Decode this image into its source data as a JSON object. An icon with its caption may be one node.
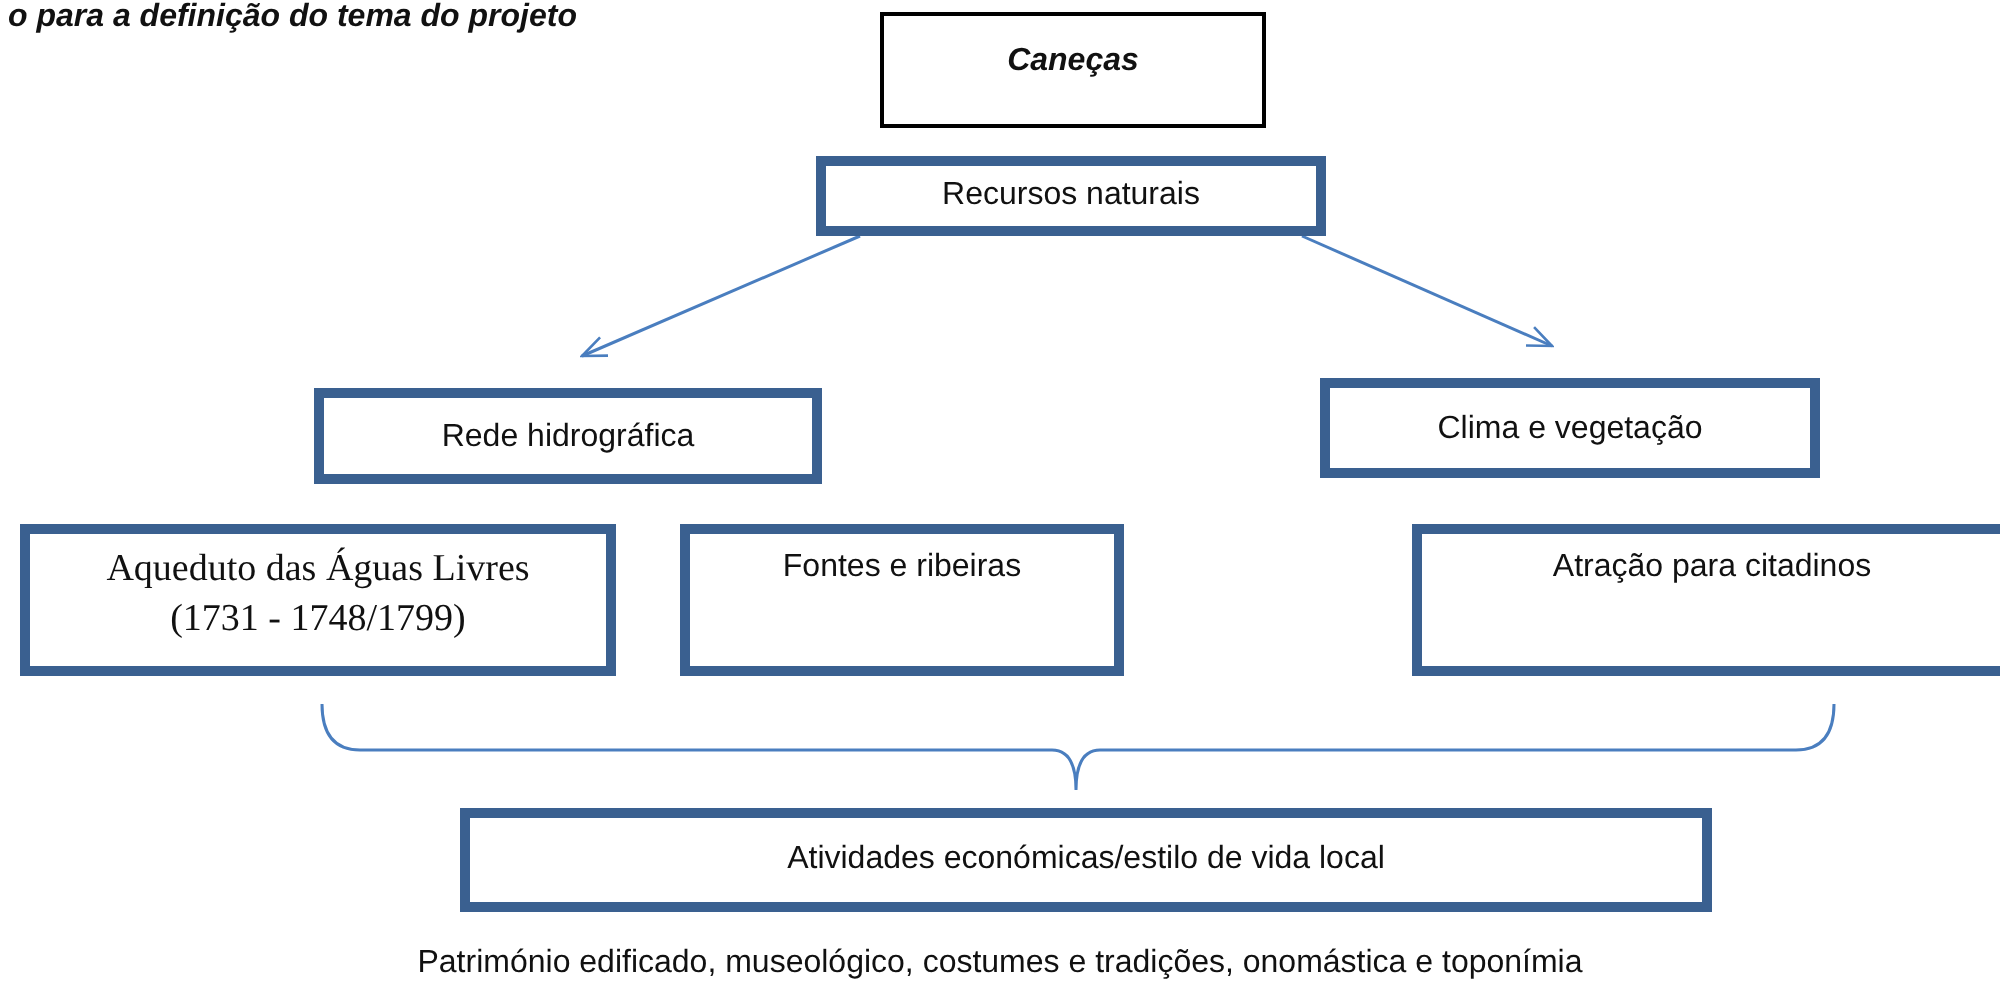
{
  "diagram": {
    "title": "o para a definição do tema do projeto",
    "nodes": [
      {
        "text": [
          "Caneças"
        ]
      },
      {
        "text": [
          "Recursos naturais"
        ]
      },
      {
        "text": [
          "Rede hidrográfica"
        ]
      },
      {
        "text": [
          "Clima e vegetação"
        ]
      },
      {
        "text": [
          "Aqueduto das Águas Livres (1731 - 1748/1799)"
        ]
      },
      {
        "text": [
          "Fontes e ribeiras"
        ]
      },
      {
        "text": [
          "Atração para citadinos"
        ]
      },
      {
        "text": [
          "Atividades económicas/estilo de vida local"
        ]
      }
    ],
    "edges": [
      {
        "from": 1,
        "to": 2,
        "arrow": "to"
      },
      {
        "from": 1,
        "to": 3,
        "arrow": "to"
      }
    ],
    "labels": [
      "Património edificado, museológico, costumes e tradições, onomástica e toponímia"
    ]
  }
}
